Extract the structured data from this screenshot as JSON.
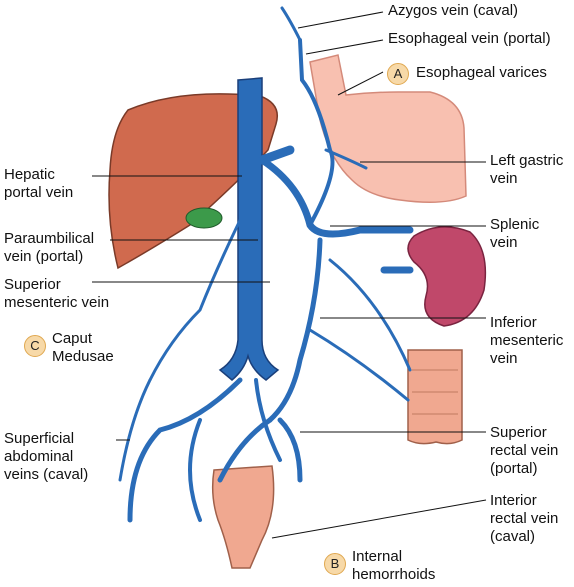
{
  "labels": {
    "azygos": "Azygos vein (caval)",
    "esophageal": "Esophageal vein (portal)",
    "varices": "Esophageal varices",
    "left_gastric": "Left gastric\nvein",
    "hepatic_portal": "Hepatic\nportal vein",
    "splenic": "Splenic\nvein",
    "paraumbilical": "Paraumbilical\nvein (portal)",
    "superior_mesenteric": "Superior\nmesenteric vein",
    "inferior_mesenteric": "Inferior\nmesenteric\nvein",
    "caput": "Caput\nMedusae",
    "superficial_abdominal": "Superficial\nabdominal\nveins (caval)",
    "superior_rectal": "Superior\nrectal vein\n(portal)",
    "interior_rectal": "Interior\nrectal vein\n(caval)",
    "hemorrhoids": "Internal\nhemorrhoids"
  },
  "badges": {
    "a": "A",
    "b": "B",
    "c": "C"
  },
  "colors": {
    "vein": "#2a6cb8",
    "vein_dark": "#1a3f7a",
    "liver": "#d06a4e",
    "gallbladder": "#3c9a4a",
    "stomach": "#f8c0b0",
    "spleen": "#c0486a",
    "colon": "#f0a890",
    "rectum": "#f0a890",
    "badge_fill": "#f7d9a8"
  }
}
